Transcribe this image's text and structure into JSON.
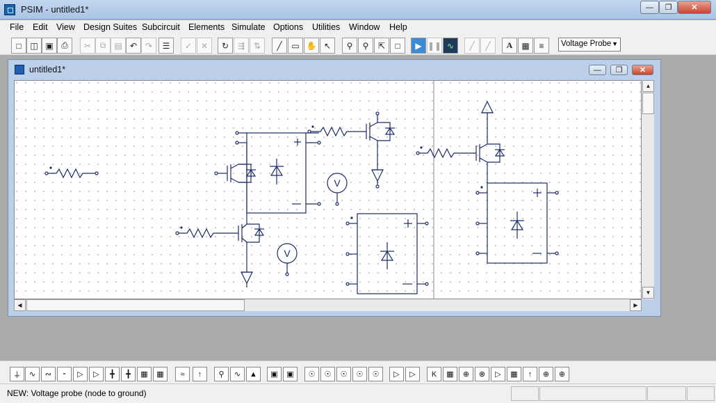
{
  "app": {
    "title": "PSIM - untitled1*"
  },
  "menu": {
    "items": [
      "File",
      "Edit",
      "View",
      "Design Suites",
      "Subcircuit",
      "Elements",
      "Simulate",
      "Options",
      "Utilities",
      "Window",
      "Help"
    ]
  },
  "toolbar": {
    "probe_select_value": "Voltage Probe"
  },
  "document": {
    "title": "untitled1*"
  },
  "canvas": {
    "probe_label": "V"
  },
  "status": {
    "message": "NEW:  Voltage probe (node to ground)"
  },
  "colors": {
    "wire": "#1c2c6a",
    "grid_dot": "#a8a8a8",
    "titlebar": "#b8cfeb"
  }
}
